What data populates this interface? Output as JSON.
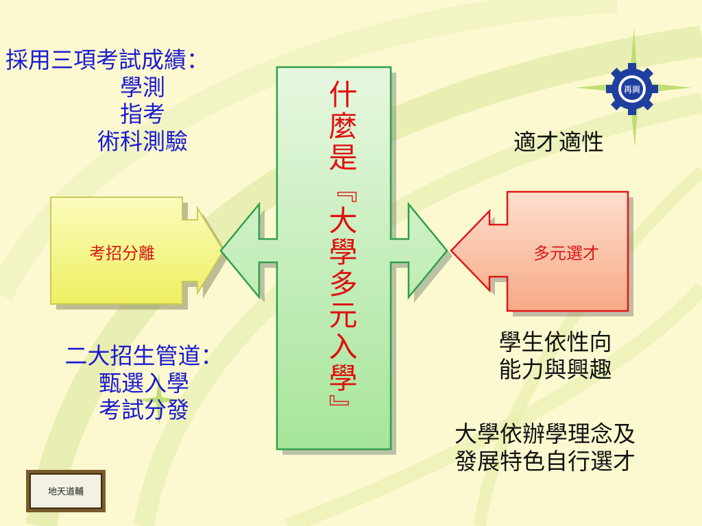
{
  "left_top": {
    "heading": "採用三項考試成績：",
    "items": [
      "學測",
      "指考",
      "術科測驗"
    ]
  },
  "left_box": {
    "label": "考招分離"
  },
  "left_bottom": {
    "heading": "二大招生管道：",
    "items": [
      "甄選入學",
      "考試分發"
    ]
  },
  "center": {
    "title": "什麼是『大學多元入學』"
  },
  "right_box": {
    "label": "多元選才"
  },
  "right_notes": {
    "note1": "適才適性",
    "note2_lines": [
      "學生依性向",
      "能力與興趣"
    ],
    "note3_lines": [
      "大學依辦學理念及",
      "發展特色自行選才"
    ]
  },
  "seal": {
    "text": "再興"
  },
  "plaque": {
    "text": "地天道輔"
  },
  "colors": {
    "background": "#fcf9d0",
    "blue_text": "#1b1bd0",
    "red_text": "#d81818",
    "left_box_fill": "#f5f77a",
    "right_box_fill": "#f9b89a",
    "right_box_border": "#e01818",
    "center_fill_top": "#e7f7e0",
    "center_fill_bottom": "#a6e59a",
    "center_border": "#2da04a"
  }
}
